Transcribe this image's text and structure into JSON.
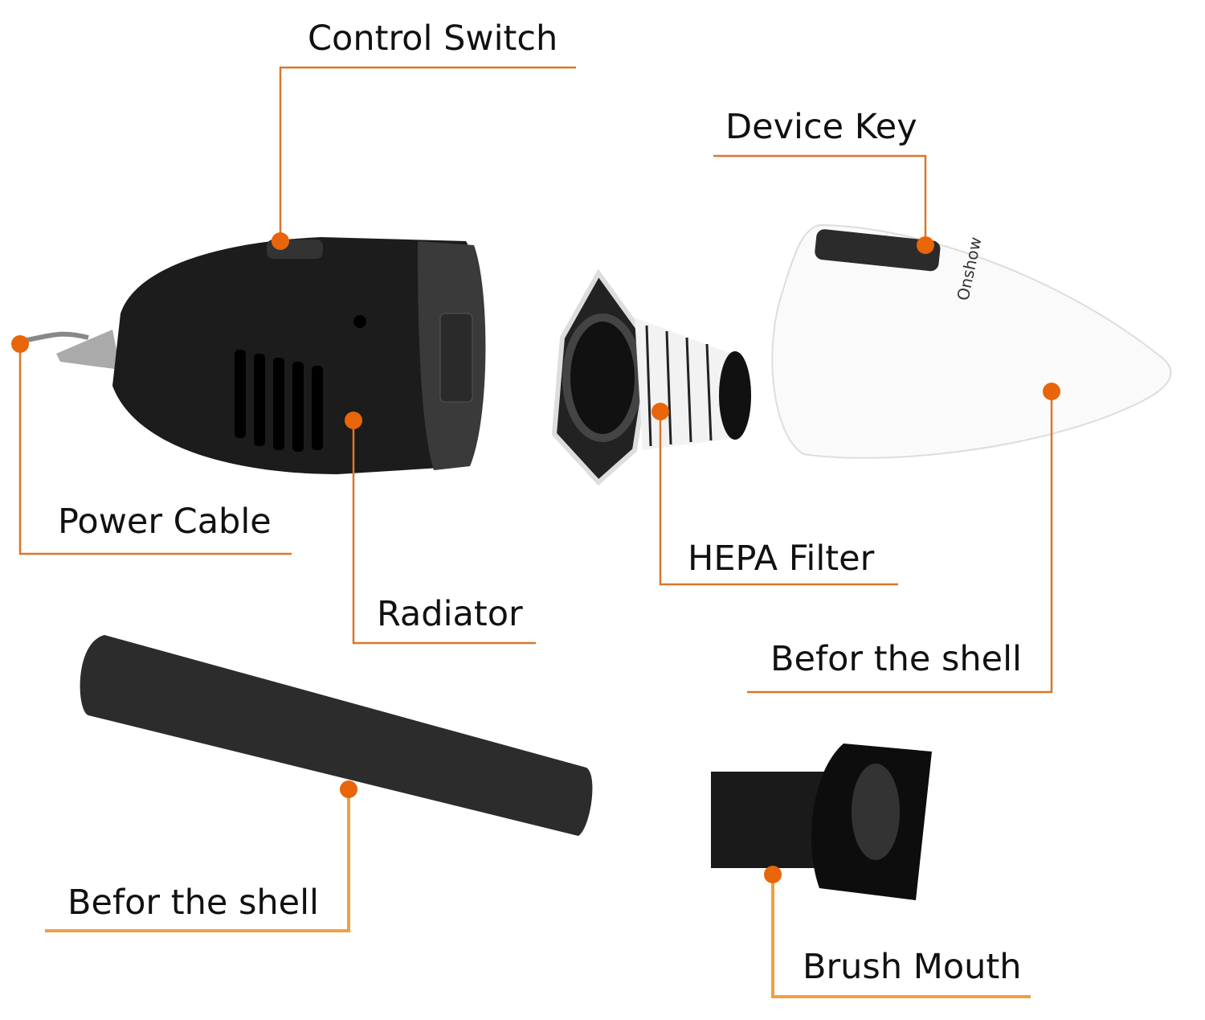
{
  "title": "Handheld vacuum cleaner parts diagram",
  "colors": {
    "leader": "#d9772b",
    "leader_light": "#eea042",
    "dot": "#e8650a"
  },
  "brand_logo": "Onshow",
  "labels": {
    "control_switch": "Control Switch",
    "device_key": "Device Key",
    "power_cable": "Power Cable",
    "radiator": "Radiator",
    "hepa_filter": "HEPA Filter",
    "shell_right": "Befor the shell",
    "shell_left": "Befor the shell",
    "brush_mouth": "Brush Mouth"
  }
}
